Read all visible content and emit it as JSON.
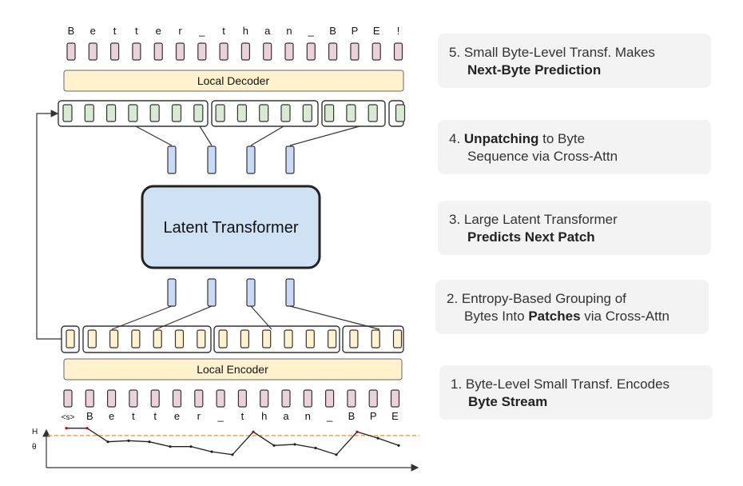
{
  "colors": {
    "byte_pink": "#ead1dc",
    "encoder_yellow": "#fff2cc",
    "decoder_green": "#d9ead3",
    "patch_blue": "#c9daf8",
    "latent_blue": "#cfe2f3",
    "card_bg": "#f3f3f3",
    "stroke": "#333333",
    "threshold_orange": "#e69138",
    "entropy_red": "#cc0000"
  },
  "output_bytes": [
    "B",
    "e",
    "t",
    "t",
    "e",
    "r",
    "_",
    "t",
    "h",
    "a",
    "n",
    "_",
    "B",
    "P",
    "E",
    "!"
  ],
  "input_bytes": [
    "<s>",
    "B",
    "e",
    "t",
    "t",
    "e",
    "r",
    "_",
    "t",
    "h",
    "a",
    "n",
    "_",
    "B",
    "P",
    "E"
  ],
  "local_decoder_label": "Local Decoder",
  "local_encoder_label": "Local Encoder",
  "latent_transformer_label": "Latent Transformer",
  "entropy_plot": {
    "y_label": "H",
    "threshold_label": "θ",
    "values": [
      0.92,
      0.92,
      0.55,
      0.58,
      0.55,
      0.42,
      0.42,
      0.28,
      0.2,
      0.82,
      0.45,
      0.48,
      0.38,
      0.2,
      0.82,
      0.65,
      0.45
    ],
    "threshold": 0.72
  },
  "steps": [
    {
      "id": 5,
      "text": "5. Small Byte-Level Transf. Makes",
      "bold": "Next-Byte Prediction",
      "pre": "",
      "post": ""
    },
    {
      "id": 4,
      "text": "",
      "bold": "Unpatching",
      "pre": "4. ",
      "post": " to Byte",
      "line2": "Sequence via Cross-Attn"
    },
    {
      "id": 3,
      "text": "3. Large Latent Transformer",
      "bold": "Predicts Next Patch",
      "pre": "",
      "post": ""
    },
    {
      "id": 2,
      "text": "2. Entropy-Based Grouping of",
      "pre": "Bytes Into ",
      "bold": "Patches",
      "post": " via Cross-Attn"
    },
    {
      "id": 1,
      "text": "1. Byte-Level  Small Transf. Encodes",
      "bold": "Byte Stream",
      "pre": "",
      "post": ""
    }
  ]
}
